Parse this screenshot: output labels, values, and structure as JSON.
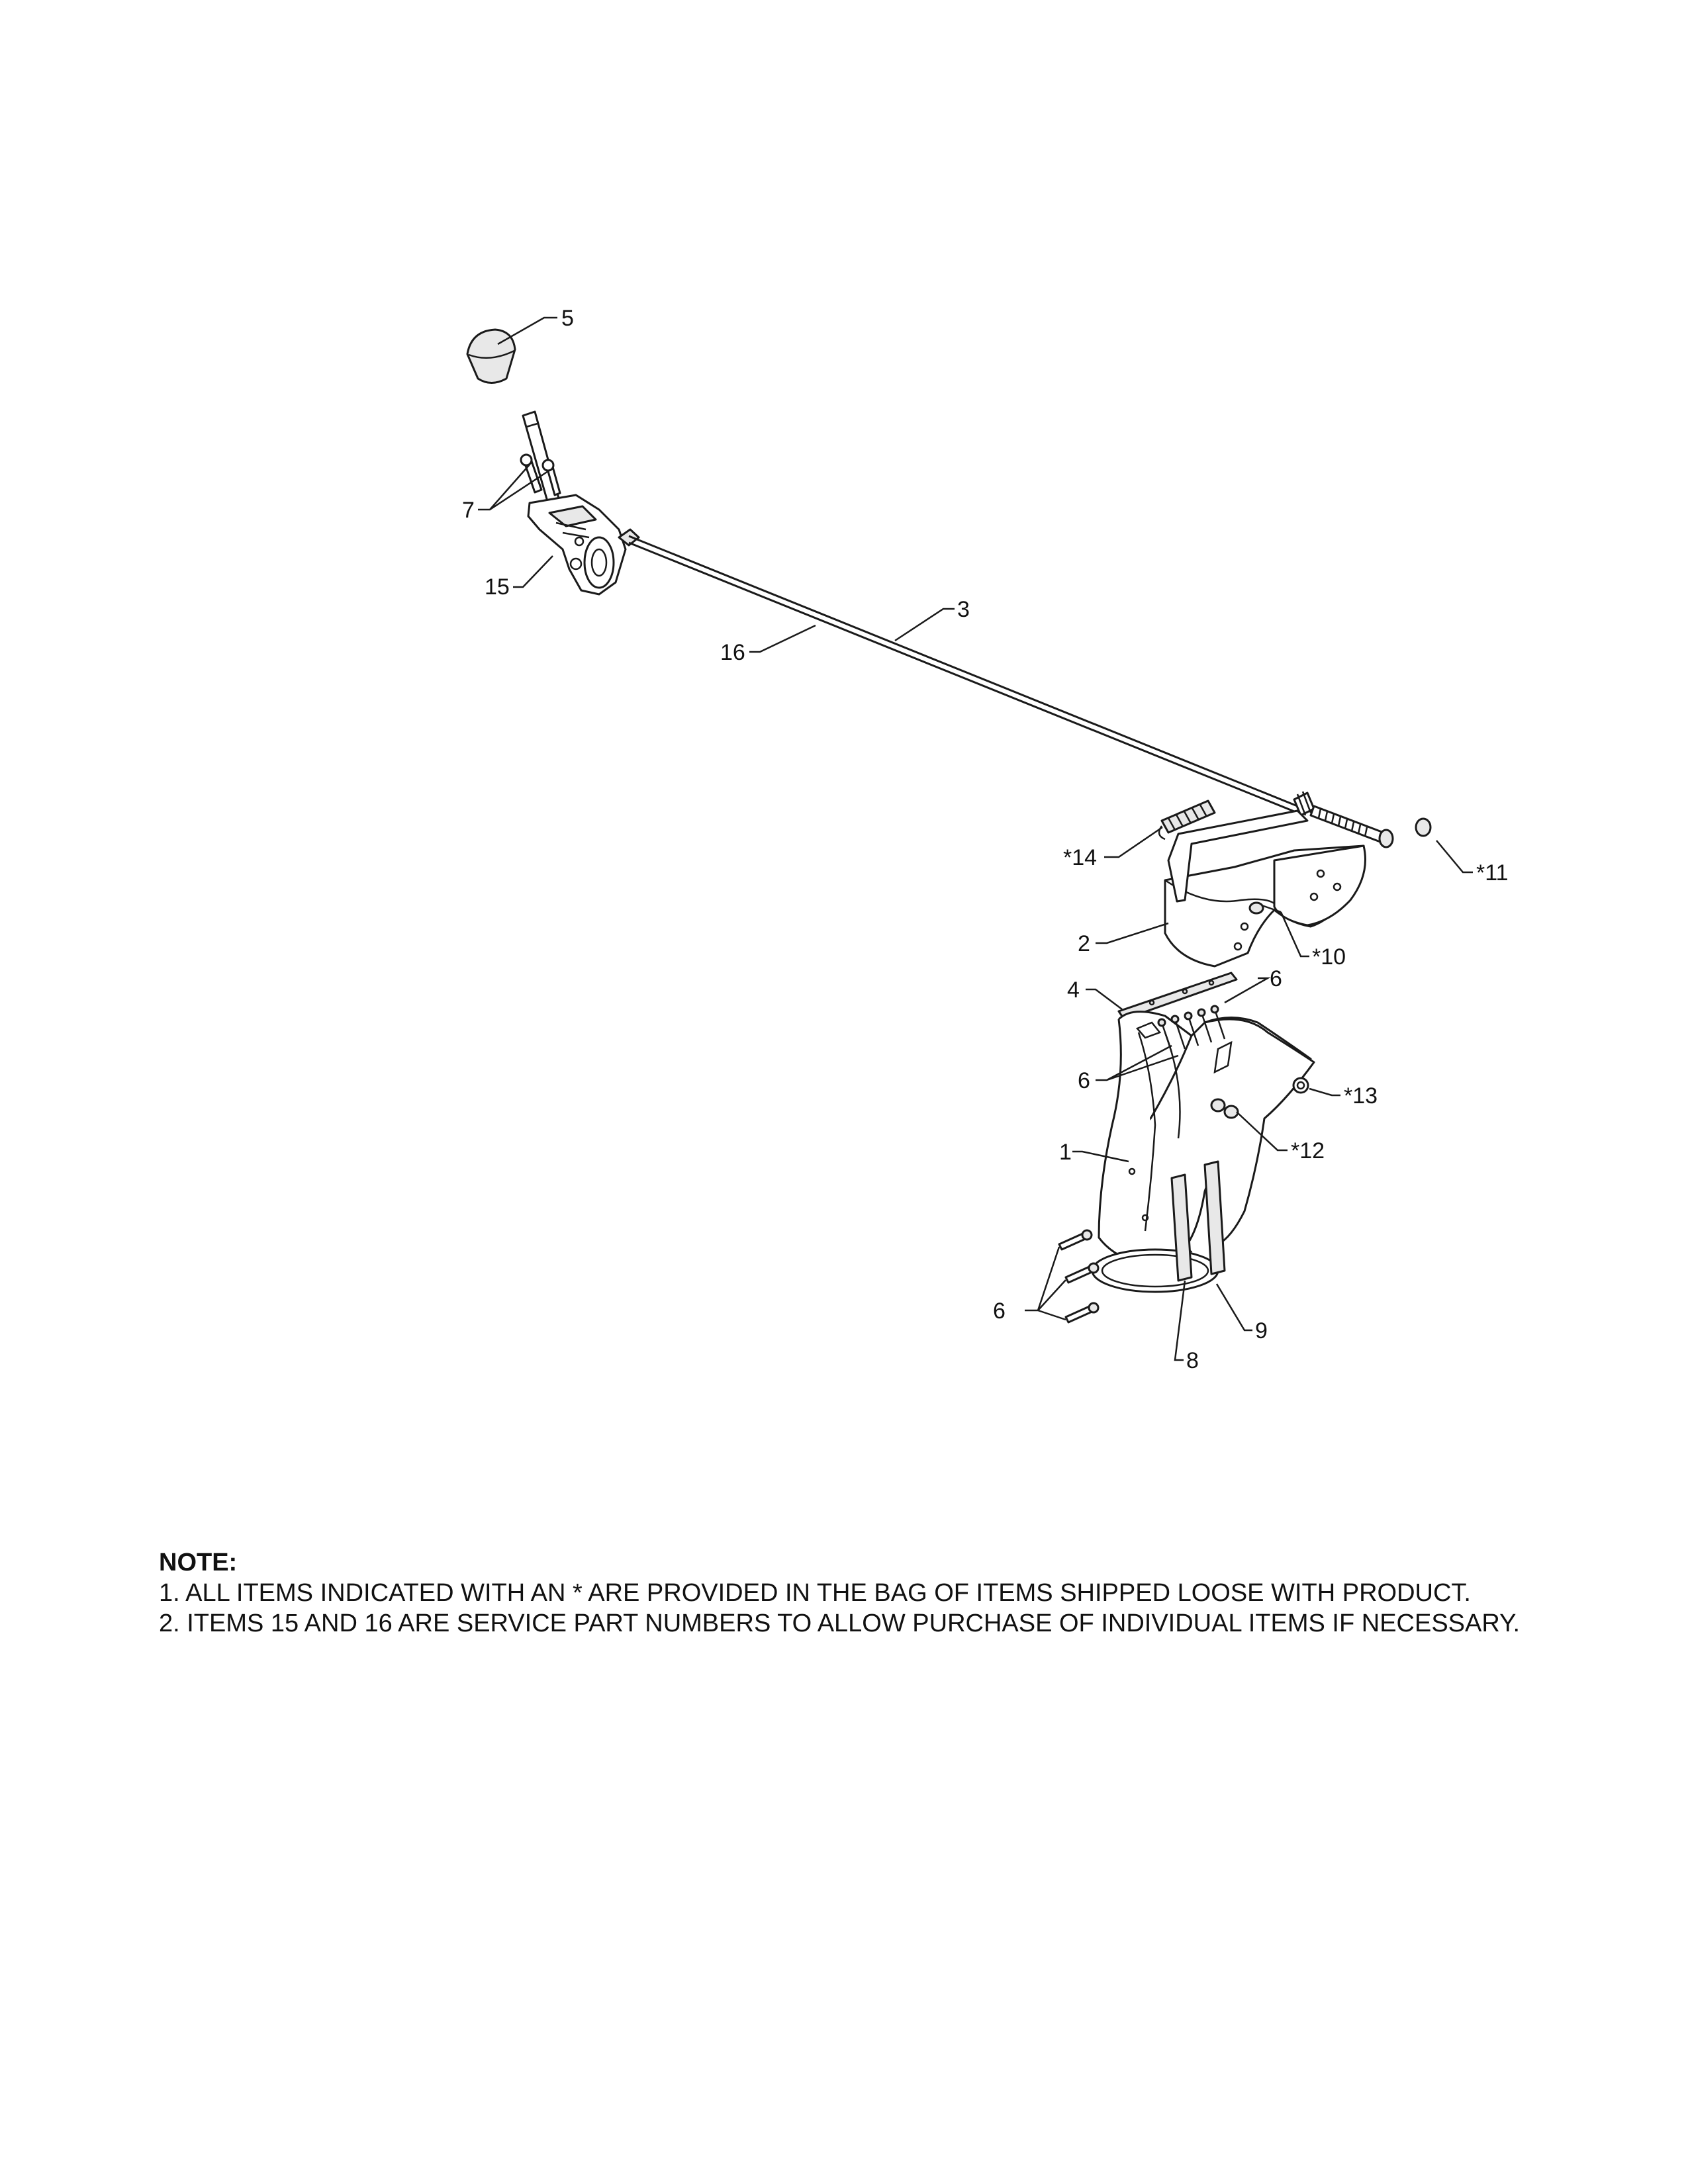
{
  "callouts": [
    {
      "id": "c5",
      "text": "5"
    },
    {
      "id": "c7",
      "text": "7"
    },
    {
      "id": "c15",
      "text": "15"
    },
    {
      "id": "c16",
      "text": "16"
    },
    {
      "id": "c3",
      "text": "3"
    },
    {
      "id": "c14",
      "text": "*14"
    },
    {
      "id": "c11",
      "text": "*11"
    },
    {
      "id": "c2",
      "text": "2"
    },
    {
      "id": "c10",
      "text": "*10"
    },
    {
      "id": "c4",
      "text": "4"
    },
    {
      "id": "c6a",
      "text": "6"
    },
    {
      "id": "c6b",
      "text": "6"
    },
    {
      "id": "c13",
      "text": "*13"
    },
    {
      "id": "c1",
      "text": "1"
    },
    {
      "id": "c12",
      "text": "*12"
    },
    {
      "id": "c6c",
      "text": "6"
    },
    {
      "id": "c9",
      "text": "9"
    },
    {
      "id": "c8",
      "text": "8"
    }
  ],
  "note": {
    "title": "NOTE:",
    "lines": [
      "1. ALL ITEMS INDICATED WITH AN * ARE PROVIDED IN THE BAG OF ITEMS SHIPPED LOOSE WITH PRODUCT.",
      "2. ITEMS 15 AND 16 ARE SERVICE PART NUMBERS TO ALLOW PURCHASE OF INDIVIDUAL ITEMS IF NECESSARY."
    ]
  }
}
